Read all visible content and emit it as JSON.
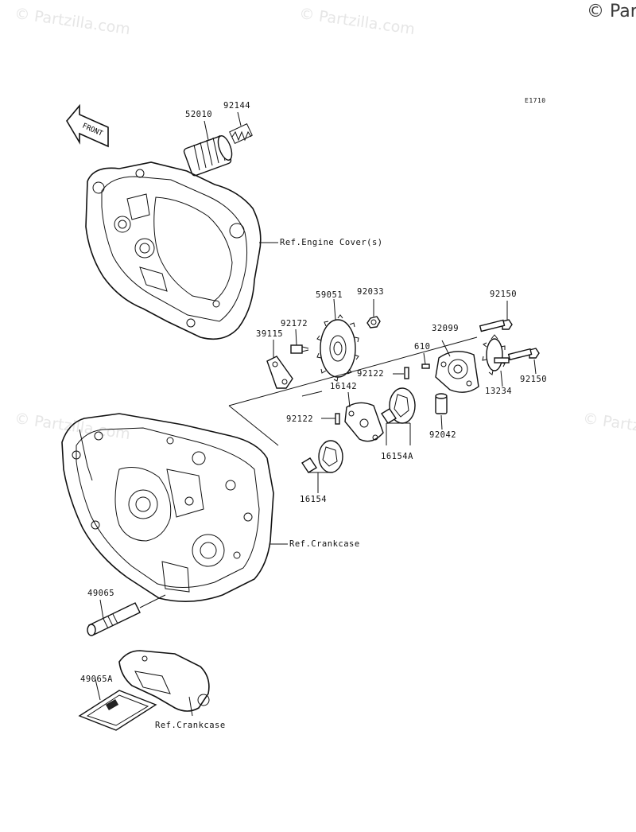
{
  "watermark": {
    "text": "© Partzilla.com",
    "corner_text": "© Par"
  },
  "figure_code": "E1710",
  "front_arrow_label": "FRONT",
  "parts": {
    "p52010": "52010",
    "p92144": "92144",
    "p59051": "59051",
    "p92033": "92033",
    "p92150a": "92150",
    "p92172": "92172",
    "p39115": "39115",
    "p32099": "32099",
    "p610": "610",
    "p92122a": "92122",
    "p16142": "16142",
    "p13234": "13234",
    "p92150b": "92150",
    "p92122b": "92122",
    "p92042": "92042",
    "p16154A": "16154A",
    "p16154": "16154",
    "p49065": "49065",
    "p49065A": "49065A"
  },
  "references": {
    "engine_cover": "Ref.Engine Cover(s)",
    "crankcase": "Ref.Crankcase",
    "crankcase_2": "Ref.Crankcase"
  }
}
